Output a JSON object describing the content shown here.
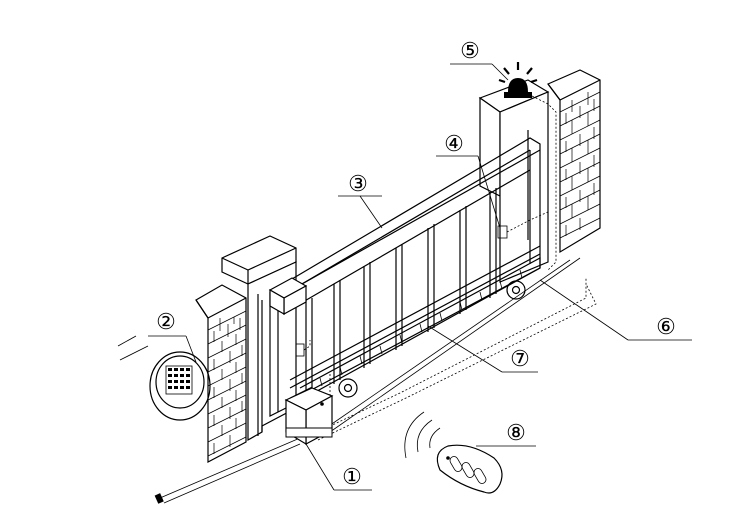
{
  "callouts": {
    "c1": "①",
    "c2": "②",
    "c3": "③",
    "c4": "④",
    "c5": "⑤",
    "c6": "⑥",
    "c7": "⑦",
    "c8": "⑧"
  },
  "icons": {
    "gate_motor": "gate-motor-icon",
    "keypad": "keypad-icon",
    "warning_lamp": "warning-lamp-icon",
    "photocell": "photocell-icon",
    "remote": "remote-control-icon"
  }
}
